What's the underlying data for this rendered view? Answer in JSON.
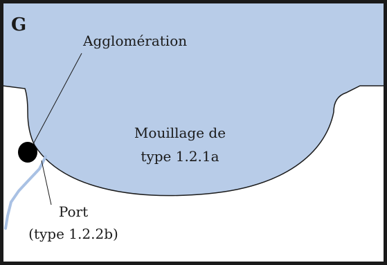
{
  "panel_letter": "G",
  "labels": {
    "agglomeration": "Agglomération",
    "mooring_line1": "Mouillage de",
    "mooring_line2": "type 1.2.1a",
    "port_line1": "Port",
    "port_line2": "(type 1.2.2b)"
  },
  "colors": {
    "water": "#b8cce8",
    "land": "#ffffff",
    "river": "#a9c1e4",
    "border": "#1a1a1a",
    "town": "#000000"
  }
}
